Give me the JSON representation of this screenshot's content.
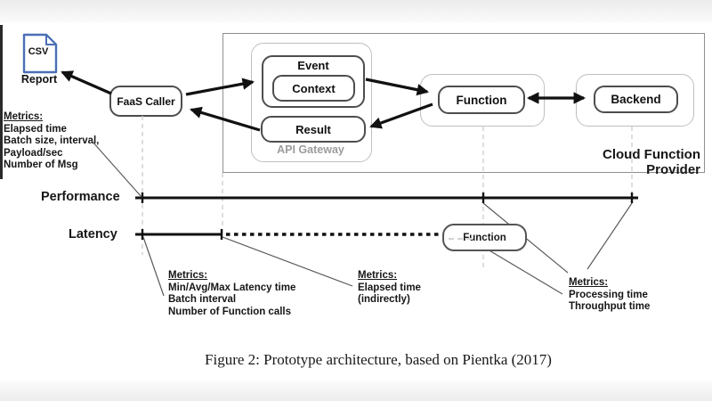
{
  "figure": {
    "caption": "Figure 2: Prototype architecture, based on Pientka (2017)"
  },
  "nodes": {
    "csv": "CSV",
    "report": "Report",
    "faas_caller": "FaaS Caller",
    "event": "Event",
    "context": "Context",
    "result": "Result",
    "api_gateway": "API Gateway",
    "function": "Function",
    "backend": "Backend",
    "cloud_function_provider": "Cloud Function Provider",
    "function_latency": "Function"
  },
  "timelines": {
    "performance": "Performance",
    "latency": "Latency"
  },
  "metrics_top_left": {
    "title": "Metrics:",
    "lines": [
      "Elapsed time",
      "Batch size, interval,",
      "Payload/sec",
      "Number of Msg"
    ]
  },
  "metrics_bottom_left": {
    "title": "Metrics:",
    "lines": [
      "Min/Avg/Max Latency time",
      "Batch interval",
      "Number of Function calls"
    ]
  },
  "metrics_bottom_middle": {
    "title": "Metrics:",
    "lines": [
      "Elapsed time",
      "(indirectly)"
    ]
  },
  "metrics_bottom_right": {
    "title": "Metrics:",
    "lines": [
      "Processing time",
      "Throughput time"
    ]
  },
  "colors": {
    "csv_icon_blue": "#4a6fb5",
    "node_border": "#4d4d4d",
    "soft_container_border": "#bfbfbf",
    "provider_border": "#8f8f8f",
    "gateway_label_gray": "#9c9c9c",
    "dashed_guide_gray": "#cfcfcf"
  }
}
